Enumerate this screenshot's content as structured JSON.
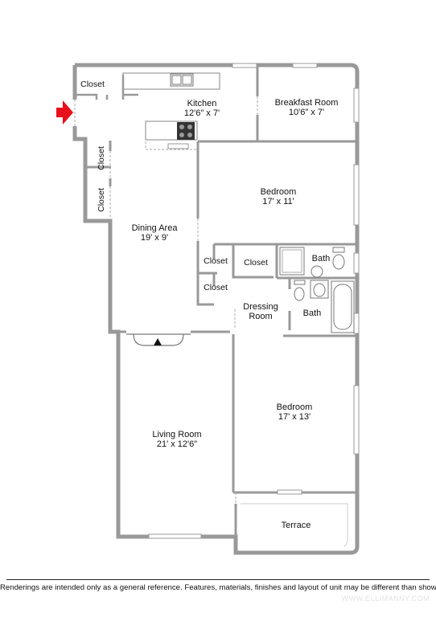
{
  "rooms": {
    "kitchen": {
      "name": "Kitchen",
      "dims": "12'6\" x 7'"
    },
    "breakfast": {
      "name": "Breakfast Room",
      "dims": "10'6\" x 7'"
    },
    "bedroom1": {
      "name": "Bedroom",
      "dims": "17' x 11'"
    },
    "dining": {
      "name": "Dining Area",
      "dims": "19' x 9'"
    },
    "dressing": {
      "name": "Dressing",
      "name2": "Room"
    },
    "bath1": {
      "name": "Bath"
    },
    "bath2": {
      "name": "Bath"
    },
    "bedroom2": {
      "name": "Bedroom",
      "dims": "17' x 13'"
    },
    "living": {
      "name": "Living Room",
      "dims": "21' x 12'6\""
    },
    "terrace": {
      "name": "Terrace"
    }
  },
  "closets": {
    "kitchen": "Closet",
    "left_upper": "Closet",
    "left_lower": "Closet",
    "hall_upper": "Closet",
    "hall_lower": "Closet",
    "dressing": "Closet"
  },
  "footer": {
    "disclaimer": "Renderings are intended only as a general reference. Features, materials, finishes and layout of unit may be different than shown.",
    "watermark": "WWW.ELLIMANNY.COM"
  },
  "colors": {
    "wall": "#999999",
    "entry_arrow": "#e8101a",
    "window": "#bdbdbd"
  }
}
